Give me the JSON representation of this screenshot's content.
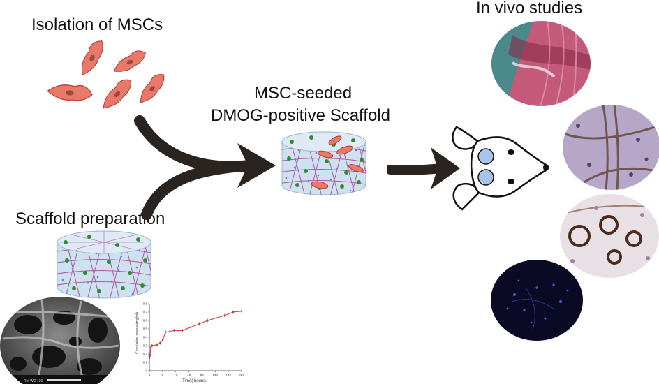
{
  "labels": {
    "isolation": "Isolation of MSCs",
    "scaffold_prep": "Scaffold preparation",
    "seeded_line1": "MSC-seeded",
    "seeded_line2": "DMOG-positive Scaffold",
    "in_vivo": "In vivo studies"
  },
  "colors": {
    "arrow": "#2a2420",
    "cell_fill": "#e8786a",
    "cell_stroke": "#b23a2e",
    "scaffold_fill": "#cfe0f0",
    "mesh": "#a0388a",
    "dot_green": "#2e8b2e",
    "dot_blue": "#3b5fd0",
    "chart_line": "#c0392b"
  },
  "chart_data": {
    "type": "line",
    "xlabel": "Time( hours)",
    "ylabel": "Cumulative release(mg/ml)",
    "xticks": [
      "2",
      "6",
      "10",
      "48",
      "96",
      "144",
      "192",
      "264"
    ],
    "yticks": [
      "0",
      "0.1",
      "0.2",
      "0.3",
      "0.4",
      "0.5",
      "0.6",
      "0.7",
      "0.8"
    ],
    "ylim": [
      0,
      0.8
    ],
    "series": [
      {
        "x": [
          2,
          4,
          6,
          8,
          10,
          24,
          32,
          40,
          48,
          72,
          96,
          120,
          144,
          168,
          192,
          216,
          240,
          264
        ],
        "values": [
          0.15,
          0.18,
          0.28,
          0.3,
          0.3,
          0.31,
          0.33,
          0.37,
          0.46,
          0.48,
          0.48,
          0.52,
          0.56,
          0.6,
          0.63,
          0.66,
          0.7,
          0.71
        ]
      }
    ]
  },
  "sem_scale_text": "Ref WD 100"
}
